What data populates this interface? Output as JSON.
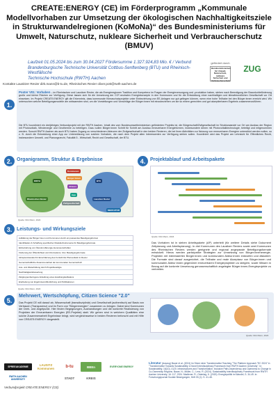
{
  "title": "CREATE:ENERGY (CE) im Förderprogramm „Kommunale Modellvorhaben zur Umsetzung der ökologischen Nachhaltigkeitsziele in Strukturwandelregionen (KoMoNa)“ des Bundesministeriums für Umwelt, Naturschutz, nukleare Sicherheit und Verbraucherschutz (BMUV)",
  "subhead": {
    "line1": "Laufzeit 01.05.2024 bis zum 30.04.2027 Fördersumme 1.327.924,83 Mio. € / Verbund",
    "line2": "Brandenburgische Technische Universität Cottbus-Senftenberg (BTU) und Rheinisch-Westfälische",
    "line3": "Technische Hochschule (RWTH) Aachen"
  },
  "contact": "Kontakte Lausitzer Revier dirk.mann@b-tu.de, Rheinisches Revier oliver.pott@rwth-aachen.de",
  "top_logos": {
    "gefoerdert": "gefördert durch",
    "zug": "ZUG",
    "bmuv": "Bundesministerium für Umwelt, Naturschutz, nukleare Sicherheit und Verbraucherschutz"
  },
  "sections": {
    "s1": {
      "num": "1.",
      "lead": "Poster V01: Vorhaben",
      "text": "– im Rheinischen und Lausitzer Revier, die als Energieregionen Tradition und Kompetenz im Fragen der Energieversorgung und -produktion haben, stehen nach Beendigung der Braunkohleförderung große und kleine Flächen zur Verfügung. Diese lassen sich für die Umsetzung der CO²-neutralen Energiekonzepte in den Kommunen und für die Entwicklung einer nachhaltigen und klimafreundlichen Gesellschaft vor Ort einsetzen. Im Projekt CREATE:ENERGY gilt die Erkenntnis, dass kommunale Klimaschutzprojekte unter Einbeziehung von EE-Anlagen nur gut gelingen können, wenn eine hohe Teilhabe bei den Bürger:innen erreicht wird. Wir untersuchen welche Beteiligungsmodelle am wirksamsten sind, um die Vorstellungen und Vorschläge der Bürger:innen mit einzubeziehen um sie so einem gerechten und gut akzeptierbaren Ergebnis zusammenzuführen.",
      "text2": "Die BTU koordiniert ein dreijähriges Verbundprojekt mit der RWTH Aachen. Inhalt des vom Bundesumweltministerium geförderten Projekts ist, die Bürgerschaft/Zivilgesellschaft im Strukturwandel vor Ort am Ausbau der Region mit Photovoltaik, Windenergie und Geothermie zu beteiligen. Dazu sollen Bürger:innen Schritt für Schritt am Ausbau erneuerbarer Energieformen, insbesondere denen mit Photovoltaiktechnologie, beteiligt und mitgenommen werden. Sowohl RWTH Aachen als auch BTU haben Zugang zu verschiedenen Akteuren der Zivilgesellschaft in den beiden Revieren, die bei ihren Aktivitäten zur Nutzung von erneuerbaren Energien unterstützt werden sollen, so z. B. durch die Entwicklung einer App zur Unterstützung von solchen Vorhaben, die nach dem Projekt allen Interessenten zur Verfügung stehen sollen. Koordiniert wird das Projekt am Lehrstuhl für Öffentliches Recht, insbesondere Umwelt- und Planungsrecht, Fakultät 5 - Wirtschaft, Recht und Gesellschaft, der BTU."
    },
    "s2": {
      "num": "2.",
      "heading": "Organigramm, Struktur & Ergebnisse",
      "labels": [
        "Rheinisches Revier",
        "Lausitzer Revier",
        "BTU",
        "RWTH",
        "Kommunen",
        "Bürger:innen",
        "Akteure",
        "App",
        "Zivilgesellschaft",
        "MERCATOR"
      ],
      "source": "Quelle: Dirk Mann, 2024"
    },
    "s3": {
      "num": "3.",
      "heading": "Leistungs- und Wirkungsziele",
      "rows": [
        "Aufklärung der Bürger:innen und Kommunen durch ein passendes Beteiligungsformat",
        "Identifikation & Schaffung spezifischer Modelle/Instrumente für Beteiligungsformate",
        "Einbeziehung von Ökostrom/Energie-Genossenschaften",
        "Förderung der Öffentlichkeit und Informations- bzw. Beteiligungsformate",
        "Akzeptanzwandel für Einschätzung des Fortschritts Photovoltaik im Revier",
        "Gemeinschaftliche Zusammenarbeit der kommunalen Gemeinschaft",
        "Aus- und Weiterbildung durch Projektbeteiligte",
        "Nachhaltigkeitsbewertung",
        "Zielgruppenbezogene Erstellung eines Handlungsleitfadens",
        "Erarbeitung von Ergebnisveröffentlichung und Publikationen"
      ],
      "source": "Quelle: Dirk Mann, 2024"
    },
    "s4": {
      "num": "4.",
      "heading": "Projektablauf und Arbeitspakete",
      "source": "Quelle: Dirk Mann, 2024",
      "text": "Das Vorhaben ist in sieben Arbeitspakete (AP) unterteilt (für weitere Details siehe Dokument Zeitplanung und Arbeitsplanung). In drei Kommunen des Lausitzer Reviers sowie zwei Kommunen des Rheinischen Reviers werden geeignete und regional angepasste Beteiligungsformate entwickelt. Hierzu werden partizipative Strategien zur Umsetzung von Bürger:innenenergie-Projekten mit interessierten Bürger:innen und kommunalen Akteur:innen entworfen und diskutiert. Die Formate sind darauf ausgerichtet, die Teilhabe und reale Akzeptanz von Bürger:innen und kommunalen Akteur:innen gegenüber erneuerbaren Energieprojekten zu steigern, sowie Wissen in Bezug auf die konkrete Umsetzung genossenschaftlich angelegter Bürger:innen-Energieprojekte zu verbreiten."
    },
    "s5": {
      "num": "5.",
      "heading": "Mehrwert, Wertschöpfung, Citizen Science \"2.0\"",
      "text": "Das Projekt CE will darauf ab, Wissenschaft (transdisziplinär) und Gesellschaft (authentisch) auf Basis von Vertrauen (Transparenz) und im Form von \"Bürgerenergien\" zusammen zu bringen. Dabei sind Kommunen der Dreh- und Angelpunkt. Hier finden Begegnungen, Aushandlungen und die konkrete Realisierung von Projekten der Erneuerbaren Energien (EE-Projekte) statt. Wir gehen sind in welchem Qualitäten eine solche Zusammenarbeit Ergebnisse bringt, wird vergleichsweise in beiden Revieren beforscht und mit Hilfe von CREATE:ENERGY dargestellt.",
      "source": "Quelle: Dirk Mann, 2024"
    }
  },
  "literature": {
    "heading": "Literatur",
    "text": "(Auszug) Bauer et al. (2024) Im Sinne einer Transformative Teaching \"The Platform Approach \"EC 2024\" in \"Transformative Towards Sustainability: A Novel Interdisciplinary Framework from RWTH Aachen University\". In: Sustainability, 16(10), 4120. Infrastructures and Transformation: Inclusive Path-Dependency and Openness to Change in Co-Ownership Regions. Bauer, N.; Müller, C.; Lenz, R. (2024). Sustainability Interdisciplinary Framework from RWTH Aachen University, 16: 117, 2024. Madlener, R.; Ostertag, K. (2020): Energiepolitik im Wandel, S. 34-49. In: Forschungsjournal Soziale Bewegungen, Heft 33 (1): S. 41-48."
  },
  "footer_logos": [
    "SPREEAKADEMIE",
    "LAUSITZ Kommunen",
    "b-tu",
    "BBEn",
    "EVERYONE ENERGY",
    "RWTH AACHEN UNIVERSITY",
    "STADT",
    "KREIS"
  ],
  "footer_caption": "Verbundprojekt CREATE:ENERGY (CE)",
  "colors": {
    "accent": "#2c6fb5",
    "panel": "#e8eef6",
    "green": "#6aa84f",
    "orange": "#e69138"
  }
}
